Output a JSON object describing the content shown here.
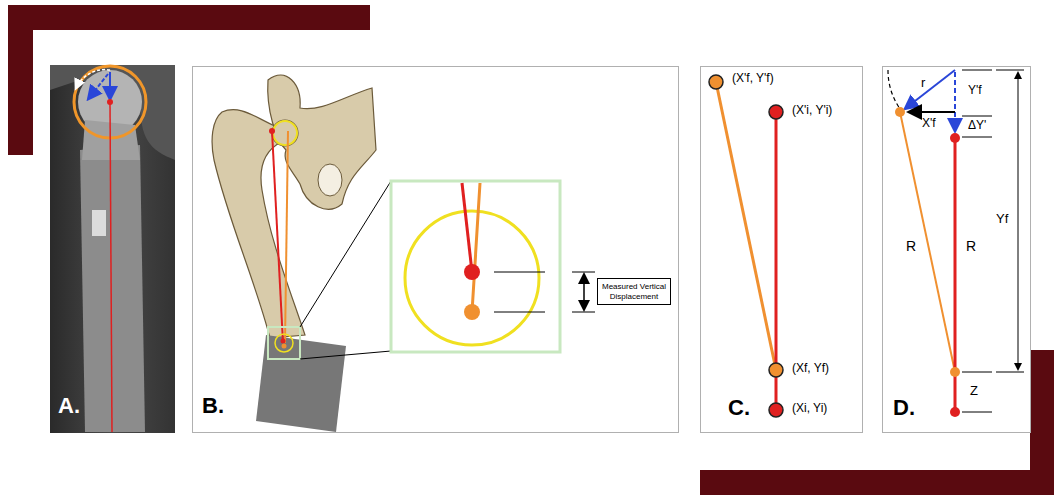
{
  "diagram": {
    "nodes": [
      {
        "text": [
          "Measured Vertical Displacement"
        ]
      }
    ],
    "labels": [
      "A.",
      "B.",
      "C.",
      "D.",
      "(X'f, Y'f)",
      "(X'i, Y'i)",
      "(Xf, Yf)",
      "(Xi, Yi)",
      "r",
      "Y'f",
      "X'f",
      "ΔY'",
      "R",
      "R",
      "Yf",
      "Z"
    ]
  }
}
